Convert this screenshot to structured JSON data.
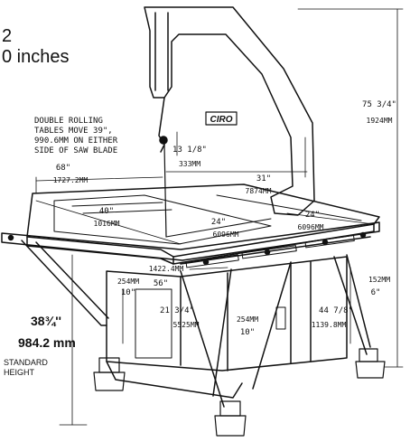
{
  "header": {
    "line1": "2",
    "line2": "0 inches"
  },
  "callout": {
    "line1": "DOUBLE ROLLING",
    "line2": "TABLES MOVE 39\",",
    "line3": "990.6MM ON EITHER",
    "line4": "SIDE OF SAW BLADE"
  },
  "logo": {
    "text": "CIRO"
  },
  "height_label": {
    "inches": "38¾''",
    "mm": "984.2 mm",
    "caption1": "STANDARD",
    "caption2": "HEIGHT"
  },
  "dimensions": {
    "overall_height_in": "75 3/4\"",
    "overall_height_mm": "1924MM",
    "throat_in": "13 1/8\"",
    "throat_mm": "333MM",
    "throat_depth_in": "31\"",
    "throat_depth_mm": "7874MM",
    "table_width_in": "68\"",
    "table_width_mm": "1727.2MM",
    "table_depth_in": "40\"",
    "table_depth_mm": "1016MM",
    "rear_table_in": "24\"",
    "rear_table_mm": "6096MM",
    "front_table_in": "24\"",
    "front_table_mm": "6096MM",
    "base_length_mm": "1422.4MM",
    "base_length_in": "56\"",
    "left_end_mm": "254MM",
    "left_end_in": "10\"",
    "center_in": "21 3/4\"",
    "center_mm": "5525MM",
    "right_end_mm": "254MM",
    "right_end_in": "10\"",
    "cabinet_in": "44 7/8\"",
    "cabinet_mm": "1139.8MM",
    "foot_mm": "152MM",
    "foot_in": "6\""
  },
  "colors": {
    "ink": "#111111",
    "paper": "#ffffff"
  }
}
